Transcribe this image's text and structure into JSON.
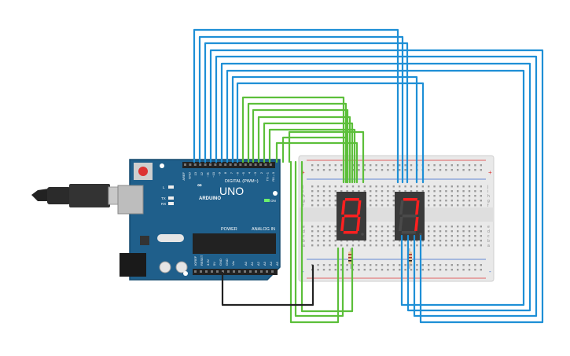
{
  "board": {
    "brand": "ARDUINO",
    "model": "UNO",
    "digital_label": "DIGITAL (PWM~)",
    "analog_label": "ANALOG IN",
    "power_label": "POWER",
    "on_label": "ON",
    "tx_label": "TX",
    "rx_label": "RX",
    "l_label": "L",
    "aref_label": "AREF",
    "gnd_label": "GND",
    "pin_labels_top": [
      "13",
      "12",
      "~11",
      "~10",
      "~9",
      "8",
      "7",
      "~6",
      "~5",
      "4",
      "~3",
      "2",
      "TX→1",
      "RX←0"
    ],
    "power_pins": [
      "IOREF",
      "RESET",
      "3.3V",
      "5V",
      "GND",
      "GND",
      "Vin"
    ],
    "analog_pins": [
      "A0",
      "A1",
      "A2",
      "A3",
      "A4",
      "A5"
    ]
  },
  "breadboard": {
    "row_letters_top": [
      "j",
      "i",
      "h",
      "g",
      "f"
    ],
    "row_letters_bottom": [
      "e",
      "d",
      "c",
      "b",
      "a"
    ],
    "plus": "+",
    "minus": "-"
  },
  "displays": [
    {
      "digit": "8",
      "color": "#ff2020"
    },
    {
      "digit": "7",
      "color": "#ff2020"
    }
  ],
  "colors": {
    "wire_blue": "#1e8fd6",
    "wire_green": "#5cbf3a",
    "wire_black": "#222222",
    "board_blue": "#1f5f8b",
    "breadboard": "#e9e9e9"
  }
}
